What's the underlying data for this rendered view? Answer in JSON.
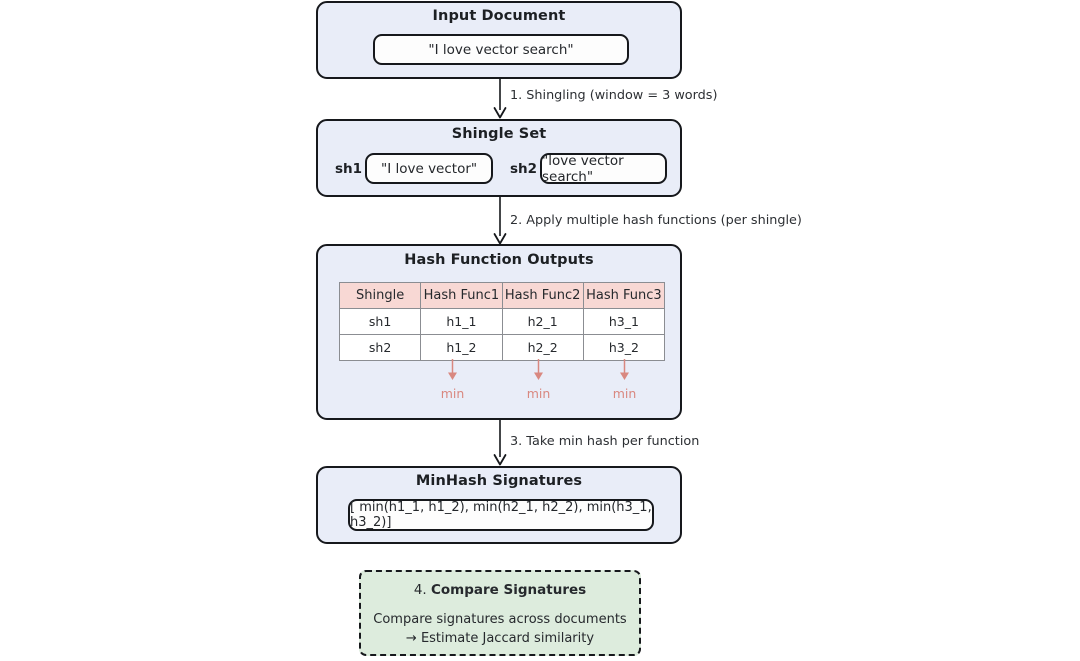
{
  "diagram": {
    "title": "MinHash pipeline",
    "colors": {
      "node_fill": "#e9edf8",
      "node_border": "#16181c",
      "table_header_fill": "#f8d8d4",
      "min_accent": "#d98880",
      "compare_fill": "#ddecdd",
      "page_background": "#ffffff"
    }
  },
  "input_document": {
    "title": "Input Document",
    "text": "\"I love vector search\""
  },
  "shingle_set": {
    "title": "Shingle Set",
    "shingles": [
      {
        "label": "sh1",
        "text": "\"I love vector\""
      },
      {
        "label": "sh2",
        "text": "\"love vector search\""
      }
    ]
  },
  "hash_outputs": {
    "title": "Hash Function Outputs",
    "columns": [
      "Shingle",
      "Hash Func1",
      "Hash Func2",
      "Hash Func3"
    ],
    "rows": [
      [
        "sh1",
        "h1_1",
        "h2_1",
        "h3_1"
      ],
      [
        "sh2",
        "h1_2",
        "h2_2",
        "h3_2"
      ]
    ],
    "min_labels": [
      "min",
      "min",
      "min"
    ]
  },
  "minhash_signatures": {
    "title": "MinHash Signatures",
    "value": "[ min(h1_1, h1_2), min(h2_1, h2_2), min(h3_1, h3_2)]"
  },
  "compare": {
    "step": "4.",
    "title": "Compare Signatures",
    "line1": "Compare signatures across documents",
    "line2": "→ Estimate Jaccard similarity"
  },
  "connectors": {
    "step1": "1. Shingling (window = 3 words)",
    "step2": "2. Apply multiple hash functions (per shingle)",
    "step3": "3. Take min hash per function"
  }
}
